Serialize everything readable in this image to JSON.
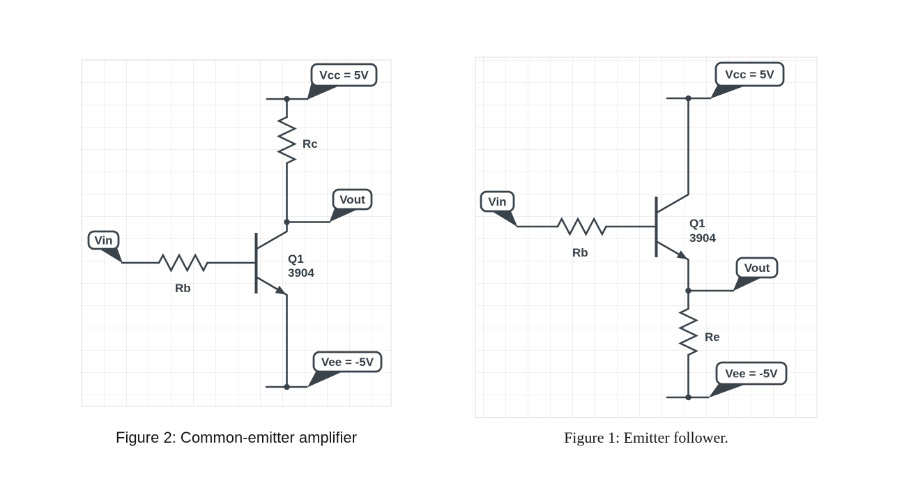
{
  "page": {
    "background": "#ffffff"
  },
  "colors": {
    "ink": "#3b434a",
    "grid_line": "#e4e4e4",
    "flag_fill": "#ffffff",
    "caption_text": "#141414"
  },
  "figures": [
    {
      "name": "common-emitter-amplifier",
      "caption": "Figure 2: Common-emitter amplifier",
      "flags": {
        "vcc": "Vcc = 5V",
        "vout": "Vout",
        "vin": "Vin",
        "vee": "Vee = -5V"
      },
      "components": {
        "rc": "Rc",
        "rb": "Rb",
        "transistor_ref": "Q1",
        "transistor_part": "3904"
      }
    },
    {
      "name": "emitter-follower",
      "caption": "Figure 1: Emitter follower.",
      "flags": {
        "vcc": "Vcc = 5V",
        "vin": "Vin",
        "vout": "Vout",
        "vee": "Vee = -5V"
      },
      "components": {
        "rb": "Rb",
        "re": "Re",
        "transistor_ref": "Q1",
        "transistor_part": "3904"
      }
    }
  ]
}
